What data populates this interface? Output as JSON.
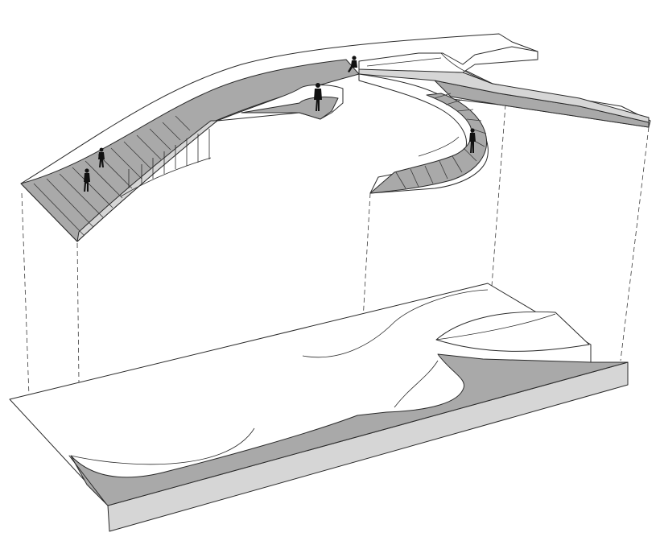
{
  "diagram": {
    "colors": {
      "background": "#ffffff",
      "line": "#2a2a2a",
      "ramp_fill": "#a9a9a9",
      "side_fill": "#d6d6d6",
      "figure": "#111111"
    },
    "figures": [
      {
        "name": "walker-lower-stair"
      },
      {
        "name": "walker-upper-stair"
      },
      {
        "name": "standing-figure-platform"
      },
      {
        "name": "seated-figure-top"
      },
      {
        "name": "walker-spiral-stair"
      }
    ]
  }
}
